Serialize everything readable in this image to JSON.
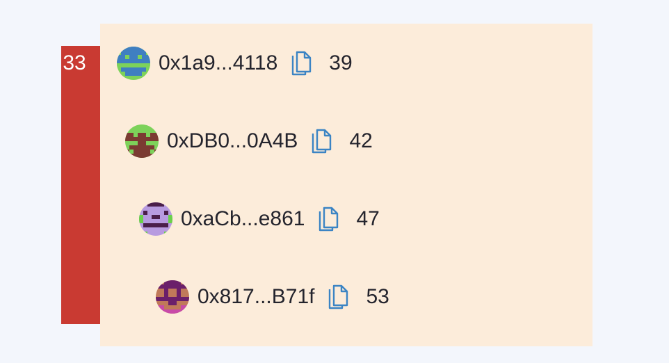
{
  "summary": {
    "count": "33",
    "color": "#c93a32"
  },
  "panel": {
    "background": "#fcecda"
  },
  "rows": [
    {
      "address": "0x1a9...4118",
      "count": "39",
      "avatar_icon": "identicon-avatar"
    },
    {
      "address": "0xDB0...0A4B",
      "count": "42",
      "avatar_icon": "identicon-avatar"
    },
    {
      "address": "0xaCb...e861",
      "count": "47",
      "avatar_icon": "identicon-avatar"
    },
    {
      "address": "0x817...B71f",
      "count": "53",
      "avatar_icon": "identicon-avatar"
    }
  ],
  "icons": {
    "copy": "copy-icon",
    "copy_color": "#3b84c4"
  }
}
